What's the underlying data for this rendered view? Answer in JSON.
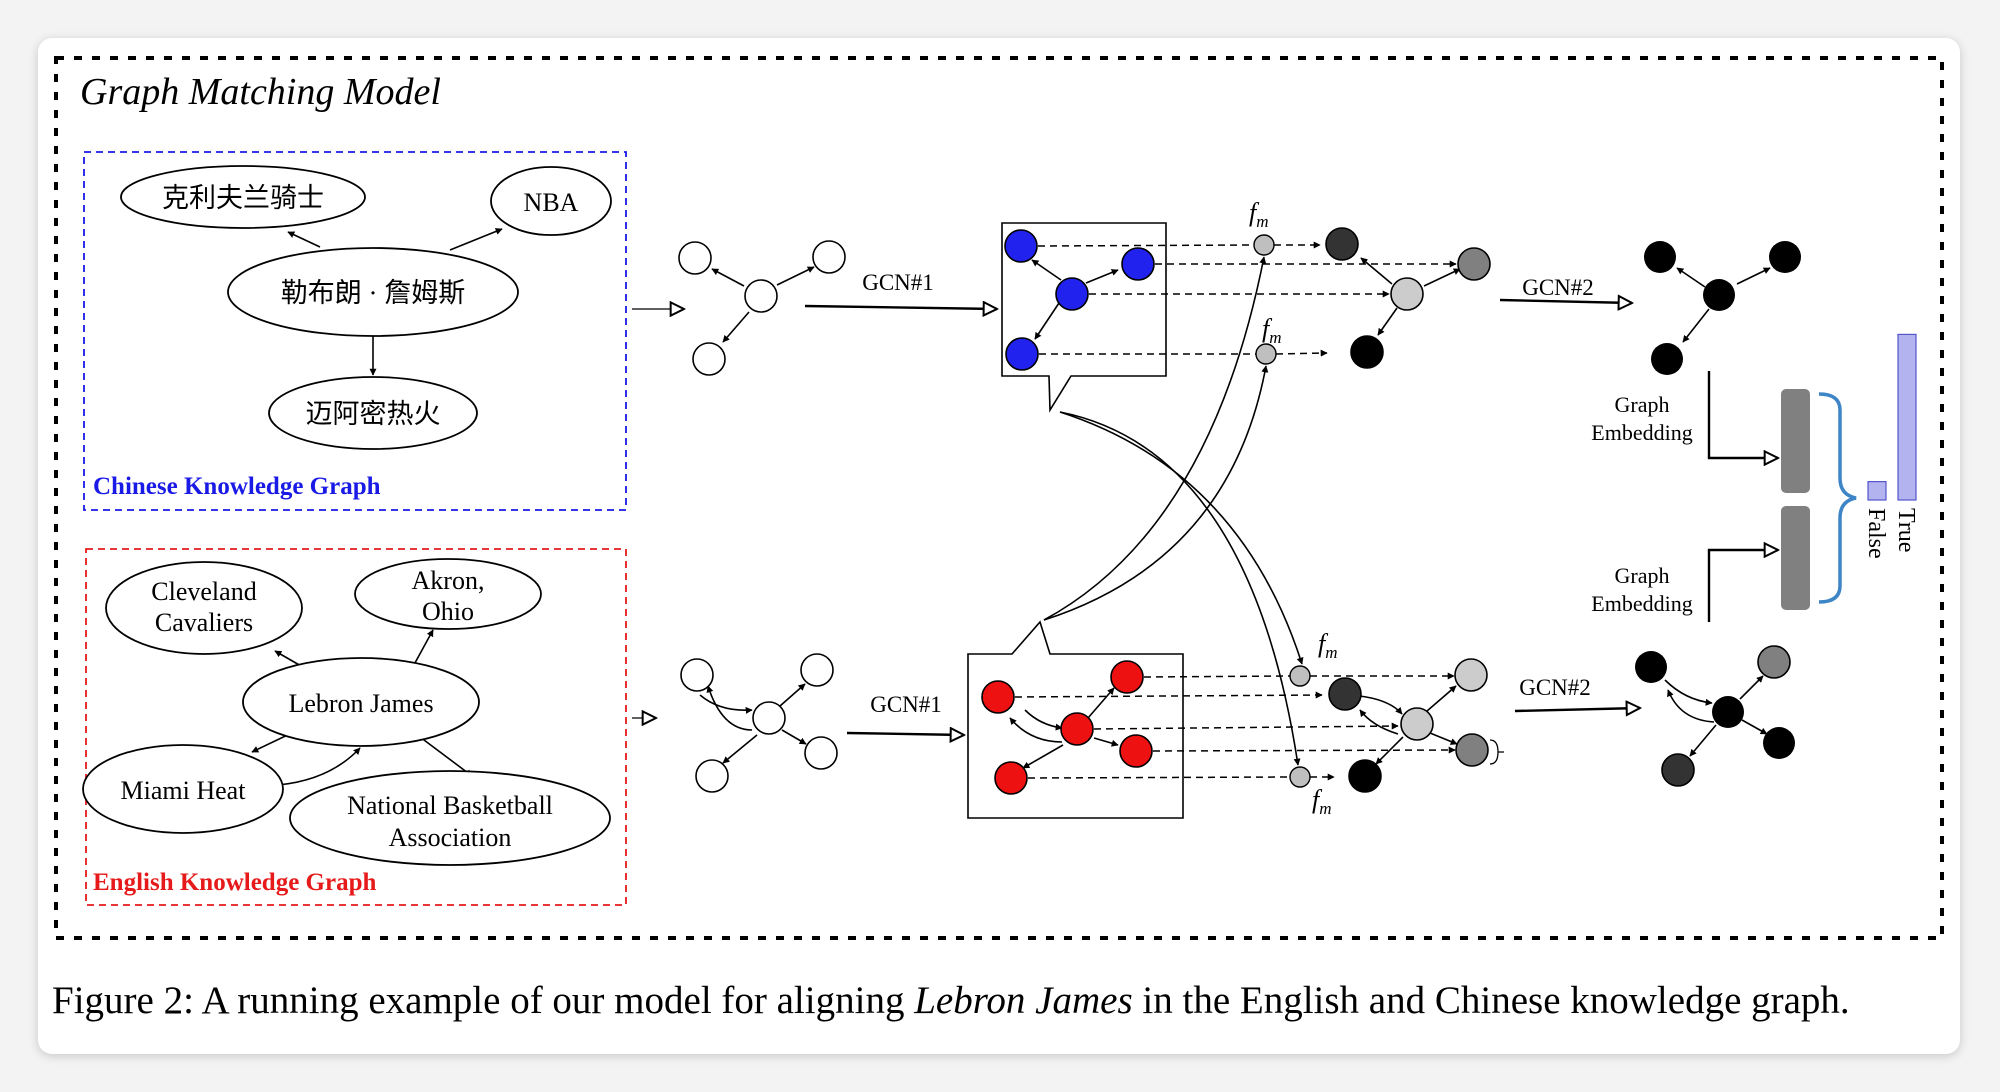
{
  "title": "Graph Matching Model",
  "chinese_graph": {
    "label": "Chinese Knowledge Graph",
    "color": "#1a1ae6",
    "nodes": {
      "center": "勒布朗 · 詹姆斯",
      "cavaliers": "克利夫兰骑士",
      "nba": "NBA",
      "heat": "迈阿密热火"
    }
  },
  "english_graph": {
    "label": "English Knowledge Graph",
    "color": "#e61a1a",
    "nodes": {
      "cavaliers_line1": "Cleveland",
      "cavaliers_line2": "Cavaliers",
      "akron_line1": "Akron,",
      "akron_line2": "Ohio",
      "center": "Lebron James",
      "heat": "Miami Heat",
      "nba_line1": "National Basketball",
      "nba_line2": "Association"
    }
  },
  "steps": {
    "gcn1": "GCN#1",
    "gcn2": "GCN#2",
    "fm": "f",
    "fm_sub": "m",
    "graph_embedding_line1": "Graph",
    "graph_embedding_line2": "Embedding"
  },
  "output": {
    "true_label": "True",
    "false_label": "False",
    "true_score": 0.9,
    "false_score": 0.1,
    "bar_color": "#b3b3f0"
  },
  "caption": {
    "prefix": "Figure 2:  A running example of our model for aligning ",
    "entity": "Lebron James",
    "suffix": " in the English and Chinese knowledge graph."
  }
}
